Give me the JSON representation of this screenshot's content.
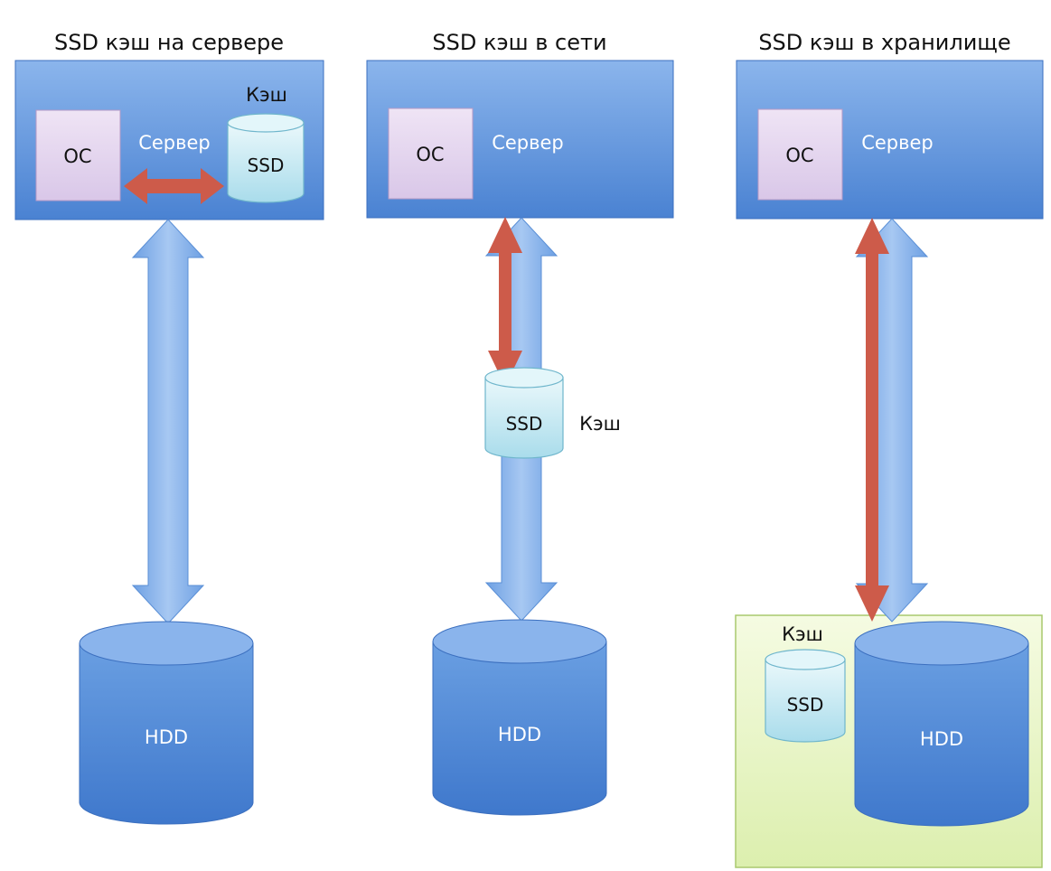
{
  "panels": [
    {
      "title": "SSD кэш на сервере",
      "os_label": "ОС",
      "server_label": "Сервер",
      "cache_label": "Кэш",
      "ssd_label": "SSD",
      "hdd_label": "HDD"
    },
    {
      "title": "SSD кэш в сети",
      "os_label": "ОС",
      "server_label": "Сервер",
      "cache_label": "Кэш",
      "ssd_label": "SSD",
      "hdd_label": "HDD"
    },
    {
      "title": "SSD кэш в хранилище",
      "os_label": "ОС",
      "server_label": "Сервер",
      "cache_label": "Кэш",
      "ssd_label": "SSD",
      "hdd_label": "HDD"
    }
  ],
  "colors": {
    "server_box": "#5b8fd8",
    "os_box": "#e4d6ee",
    "blue_arrow": "#7faee8",
    "red_arrow": "#cd5b4a",
    "ssd": "#cdeef6",
    "hdd": "#5d93dc",
    "storage_box": "#e9f5c8"
  }
}
